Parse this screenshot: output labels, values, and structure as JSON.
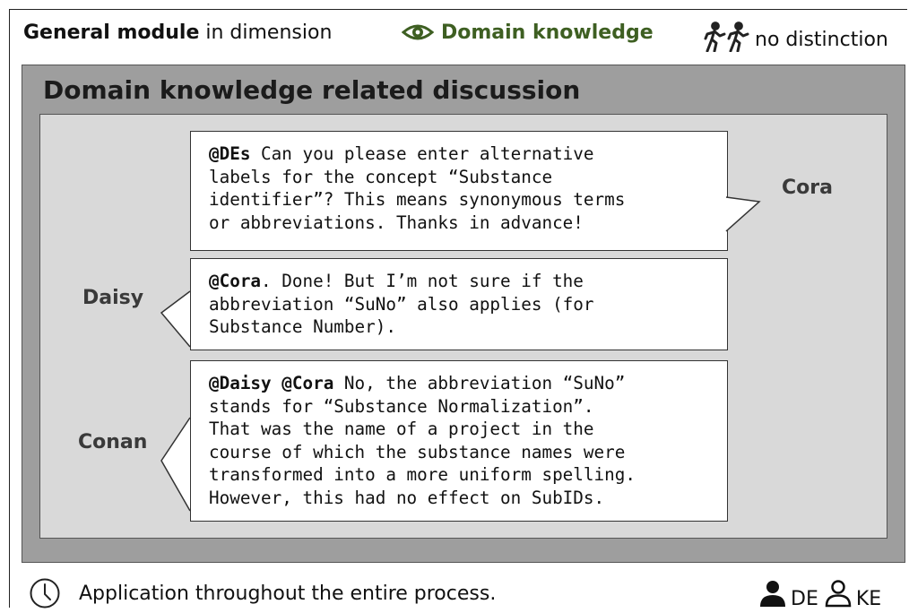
{
  "header": {
    "dimension_prefix": "General module",
    "dimension_suffix": " in dimension",
    "domain_label": "Domain knowledge",
    "no_distinction_label": "no distinction"
  },
  "section": {
    "title": "Domain knowledge related discussion"
  },
  "messages": [
    {
      "speaker": "Cora",
      "mention": "@DEs",
      "text": " Can you please enter alternative\nlabels for the concept “Substance\nidentifier”? This means synonymous terms\nor abbreviations. Thanks in advance!"
    },
    {
      "speaker": "Daisy",
      "mention": "@Cora",
      "text": ". Done! But I’m not sure if the\nabbreviation “SuNo” also applies (for\nSubstance Number)."
    },
    {
      "speaker": "Conan",
      "mention": "@Daisy @Cora",
      "text": " No, the abbreviation “SuNo”\nstands for “Substance Normalization”.\nThat was the name of a project in the\ncourse of which the substance names were\ntransformed into a more uniform spelling.\nHowever, this had no effect on SubIDs."
    }
  ],
  "footer": {
    "application_text": "Application throughout the entire process.",
    "role_de": "DE",
    "role_ke": "KE"
  },
  "colors": {
    "domain_accent": "#3e5f22",
    "outer_box": "#9e9e9e",
    "inner_box": "#d9d9d9"
  },
  "icons": {
    "domain": "eye-icon",
    "no_distinction": "running-people-icon",
    "timing": "clock-icon",
    "de": "person-filled-icon",
    "ke": "person-outline-icon"
  }
}
